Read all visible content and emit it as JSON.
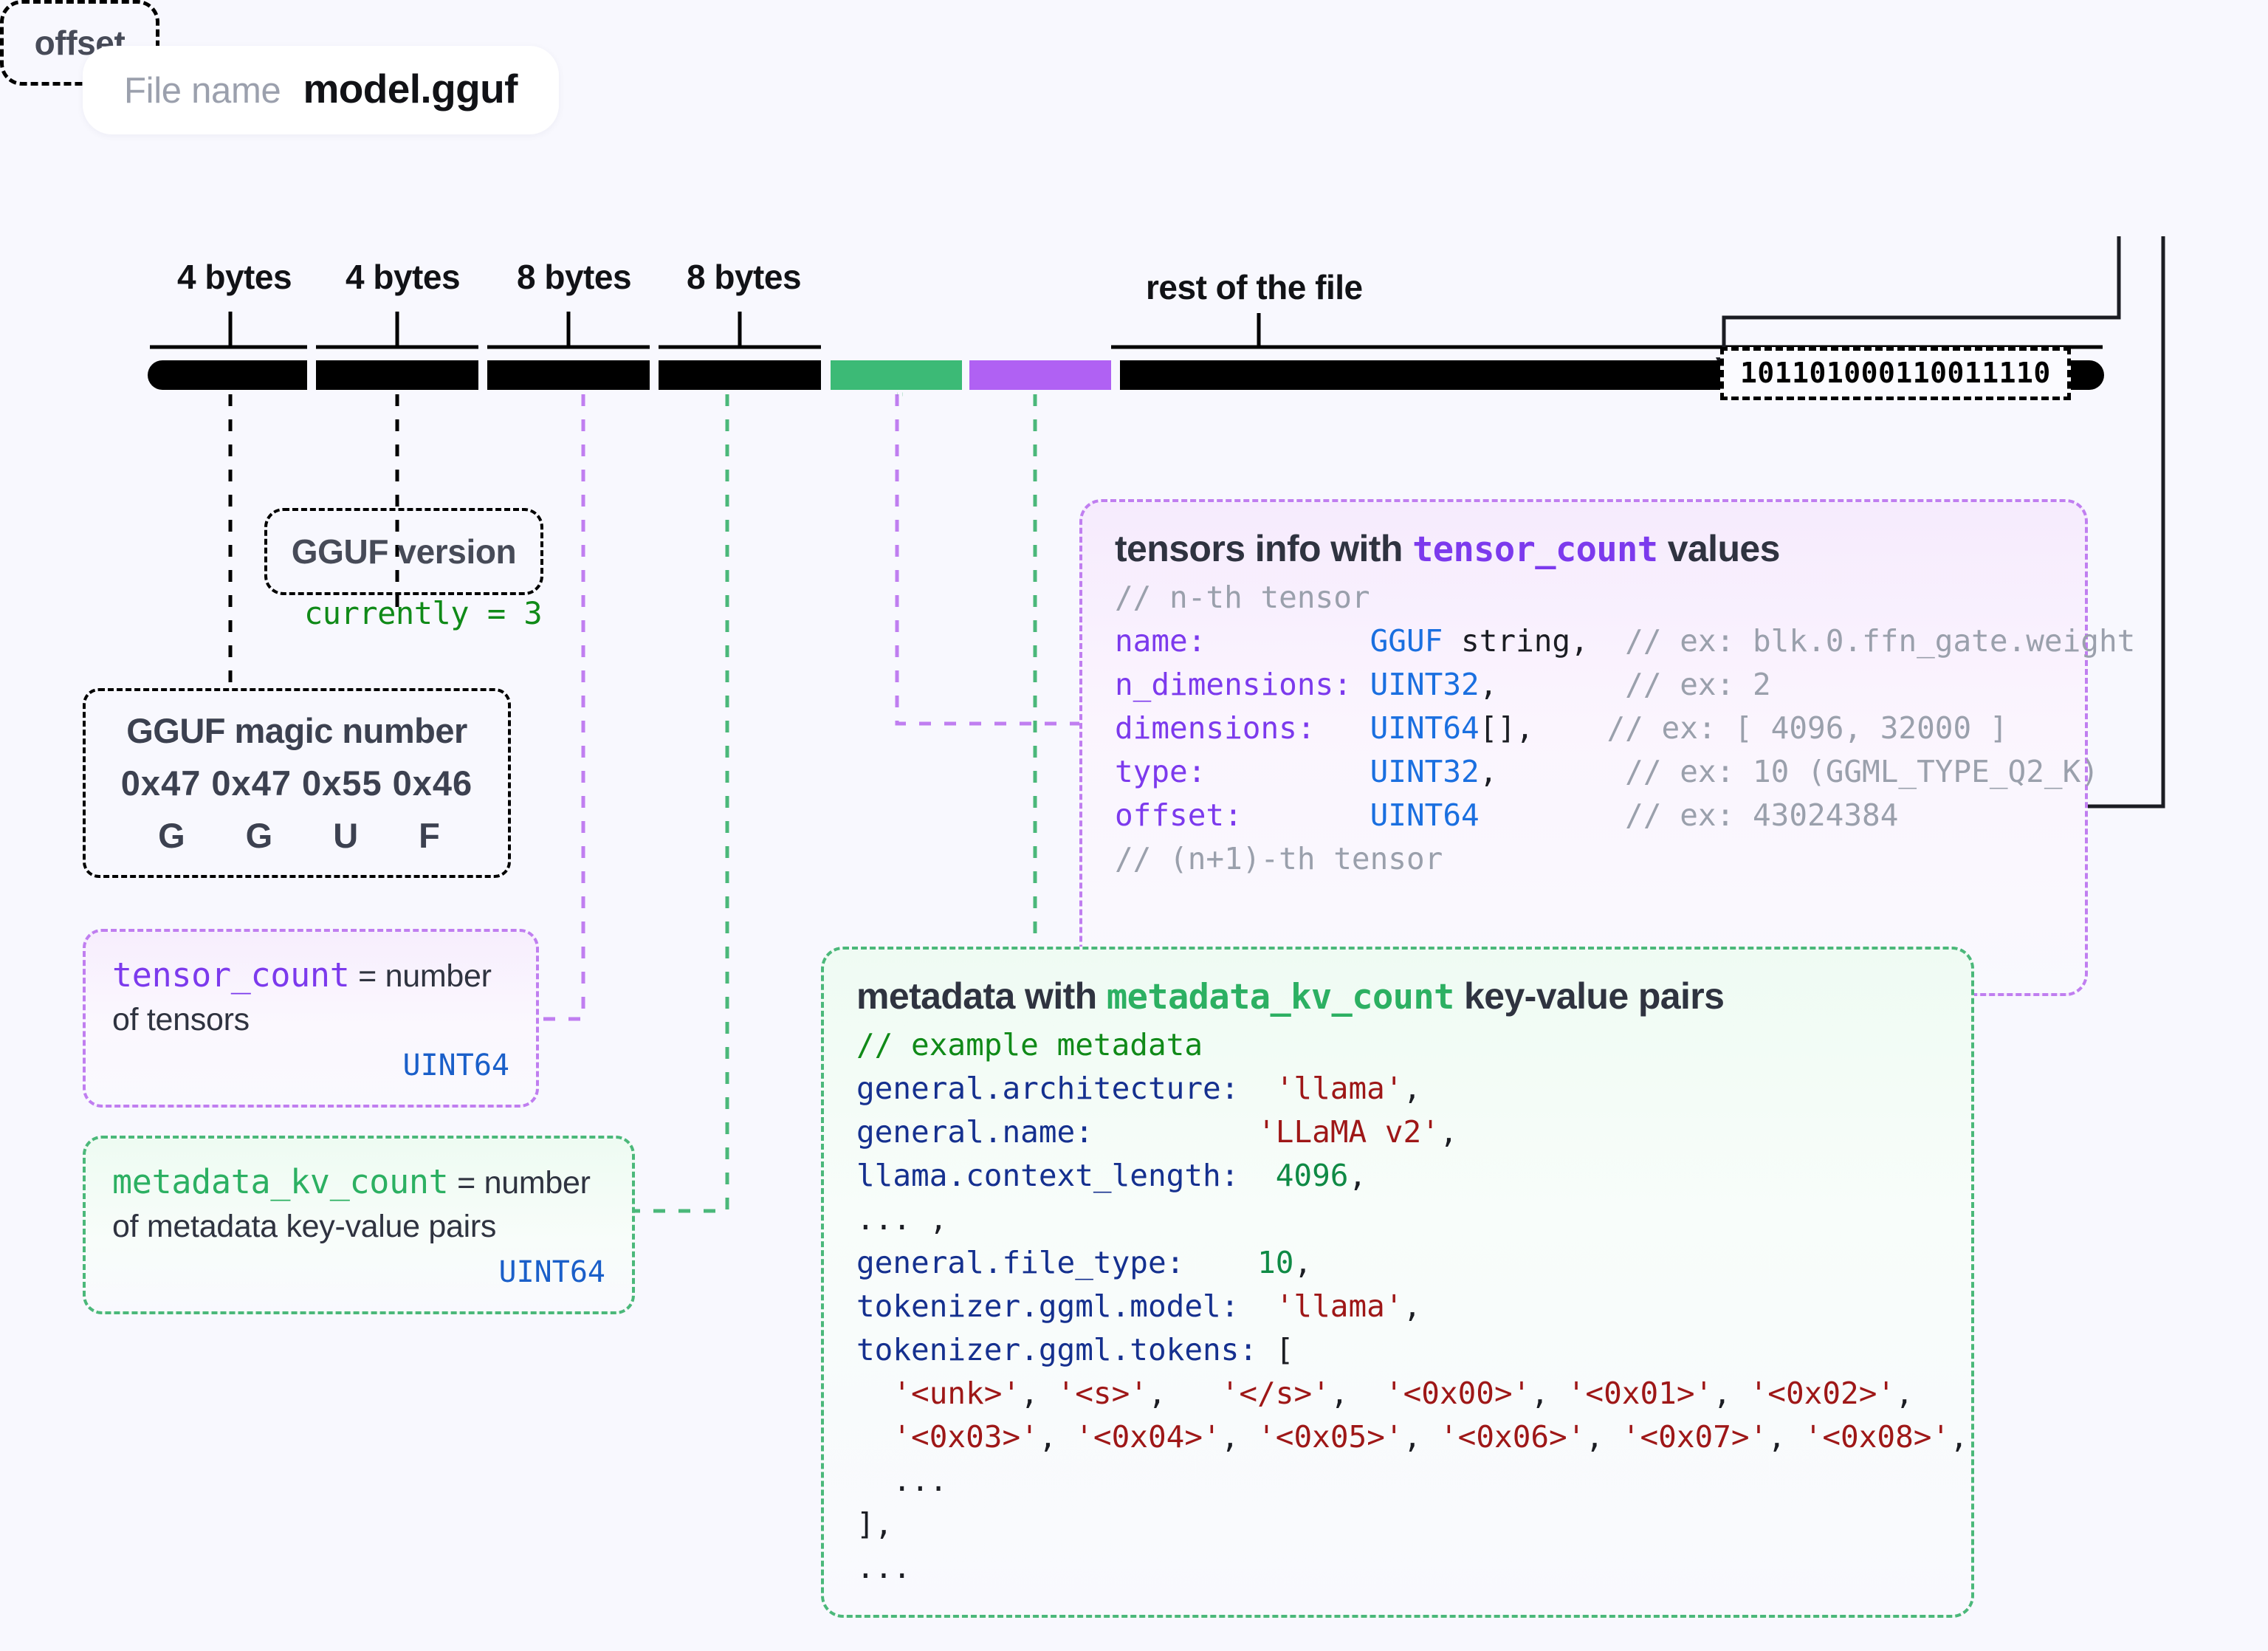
{
  "file": {
    "label": "File name",
    "value": "model.gguf"
  },
  "scale": {
    "segments": [
      {
        "bytes_label": "4 bytes"
      },
      {
        "bytes_label": "4 bytes"
      },
      {
        "bytes_label": "8 bytes"
      },
      {
        "bytes_label": "8 bytes"
      }
    ],
    "rest_label": "rest of the file"
  },
  "binary_chip": {
    "value": "101101000110011110"
  },
  "offset_callout": {
    "label": "offset"
  },
  "version_callout": {
    "label": "GGUF version",
    "note": "currently = 3"
  },
  "magic_callout": {
    "title": "GGUF magic number",
    "hex": "0x47 0x47 0x55 0x46",
    "chars": [
      "G",
      "G",
      "U",
      "F"
    ]
  },
  "tensor_count_panel": {
    "keyword": "tensor_count",
    "text_1": " = number",
    "text_2": "of tensors",
    "type": "UINT64"
  },
  "kv_count_panel": {
    "keyword": "metadata_kv_count",
    "text_1": " = number",
    "text_2": "of metadata key-value pairs",
    "type": "UINT64"
  },
  "tensors_panel": {
    "head_before": "tensors info with ",
    "head_keyword": "tensor_count",
    "head_after": " values",
    "lines": [
      {
        "parts": [
          {
            "t": "// n-th tensor",
            "c": "c-comment"
          }
        ]
      },
      {
        "parts": [
          {
            "t": "name:         ",
            "c": "c-field"
          },
          {
            "t": "GGUF",
            "c": "c-type"
          },
          {
            "t": " string,",
            "c": "c-plain"
          },
          {
            "t": "  // ex: blk.0.ffn_gate.weight",
            "c": "c-comment"
          }
        ]
      },
      {
        "parts": [
          {
            "t": "n_dimensions: ",
            "c": "c-field"
          },
          {
            "t": "UINT32",
            "c": "c-type"
          },
          {
            "t": ",",
            "c": "c-plain"
          },
          {
            "t": "       // ex: 2",
            "c": "c-comment"
          }
        ]
      },
      {
        "parts": [
          {
            "t": "dimensions:   ",
            "c": "c-field"
          },
          {
            "t": "UINT64",
            "c": "c-type"
          },
          {
            "t": "[],",
            "c": "c-plain"
          },
          {
            "t": "    // ex: [ 4096, 32000 ]",
            "c": "c-comment"
          }
        ]
      },
      {
        "parts": [
          {
            "t": "type:         ",
            "c": "c-field"
          },
          {
            "t": "UINT32",
            "c": "c-type"
          },
          {
            "t": ",",
            "c": "c-plain"
          },
          {
            "t": "       // ex: 10 (GGML_TYPE_Q2_K)",
            "c": "c-comment"
          }
        ]
      },
      {
        "parts": [
          {
            "t": "offset:       ",
            "c": "c-field"
          },
          {
            "t": "UINT64",
            "c": "c-type"
          },
          {
            "t": "        // ex: 43024384",
            "c": "c-comment"
          }
        ]
      },
      {
        "parts": [
          {
            "t": "// (n+1)-th tensor",
            "c": "c-comment"
          }
        ]
      },
      {
        "parts": [
          {
            "t": " ",
            "c": "c-plain"
          }
        ]
      },
      {
        "parts": [
          {
            "t": "...",
            "c": "c-ellipsis-red"
          }
        ]
      }
    ]
  },
  "metadata_panel": {
    "head_before": "metadata with ",
    "head_keyword": "metadata_kv_count",
    "head_after": " key-value pairs",
    "lines": [
      {
        "parts": [
          {
            "t": "// example metadata",
            "c": "c-comment-green"
          }
        ]
      },
      {
        "parts": [
          {
            "t": "general.architecture:",
            "c": "c-key"
          },
          {
            "t": "  ",
            "c": "c-plain"
          },
          {
            "t": "'llama'",
            "c": "c-str"
          },
          {
            "t": ",",
            "c": "c-black"
          }
        ]
      },
      {
        "parts": [
          {
            "t": "general.name:",
            "c": "c-key"
          },
          {
            "t": "         ",
            "c": "c-plain"
          },
          {
            "t": "'LLaMA v2'",
            "c": "c-str"
          },
          {
            "t": ",",
            "c": "c-black"
          }
        ]
      },
      {
        "parts": [
          {
            "t": "llama.context_length:",
            "c": "c-key"
          },
          {
            "t": "  ",
            "c": "c-plain"
          },
          {
            "t": "4096",
            "c": "c-num"
          },
          {
            "t": ",",
            "c": "c-black"
          }
        ]
      },
      {
        "parts": [
          {
            "t": "... ,",
            "c": "c-black"
          }
        ]
      },
      {
        "parts": [
          {
            "t": "general.file_type:",
            "c": "c-key"
          },
          {
            "t": "    ",
            "c": "c-plain"
          },
          {
            "t": "10",
            "c": "c-num"
          },
          {
            "t": ",",
            "c": "c-black"
          }
        ]
      },
      {
        "parts": [
          {
            "t": "tokenizer.ggml.model:",
            "c": "c-key"
          },
          {
            "t": "  ",
            "c": "c-plain"
          },
          {
            "t": "'llama'",
            "c": "c-str"
          },
          {
            "t": ",",
            "c": "c-black"
          }
        ]
      },
      {
        "parts": [
          {
            "t": "tokenizer.ggml.tokens:",
            "c": "c-key"
          },
          {
            "t": " [",
            "c": "c-black"
          }
        ]
      },
      {
        "parts": [
          {
            "t": "  ",
            "c": "c-plain"
          },
          {
            "t": "'<unk>'",
            "c": "c-str"
          },
          {
            "t": ", ",
            "c": "c-black"
          },
          {
            "t": "'<s>'",
            "c": "c-str"
          },
          {
            "t": ",   ",
            "c": "c-black"
          },
          {
            "t": "'</s>'",
            "c": "c-str"
          },
          {
            "t": ",  ",
            "c": "c-black"
          },
          {
            "t": "'<0x00>'",
            "c": "c-str"
          },
          {
            "t": ", ",
            "c": "c-black"
          },
          {
            "t": "'<0x01>'",
            "c": "c-str"
          },
          {
            "t": ", ",
            "c": "c-black"
          },
          {
            "t": "'<0x02>'",
            "c": "c-str"
          },
          {
            "t": ",",
            "c": "c-black"
          }
        ]
      },
      {
        "parts": [
          {
            "t": "  ",
            "c": "c-plain"
          },
          {
            "t": "'<0x03>'",
            "c": "c-str"
          },
          {
            "t": ", ",
            "c": "c-black"
          },
          {
            "t": "'<0x04>'",
            "c": "c-str"
          },
          {
            "t": ", ",
            "c": "c-black"
          },
          {
            "t": "'<0x05>'",
            "c": "c-str"
          },
          {
            "t": ", ",
            "c": "c-black"
          },
          {
            "t": "'<0x06>'",
            "c": "c-str"
          },
          {
            "t": ", ",
            "c": "c-black"
          },
          {
            "t": "'<0x07>'",
            "c": "c-str"
          },
          {
            "t": ", ",
            "c": "c-black"
          },
          {
            "t": "'<0x08>'",
            "c": "c-str"
          },
          {
            "t": ",",
            "c": "c-black"
          }
        ]
      },
      {
        "parts": [
          {
            "t": "  ...",
            "c": "c-black"
          }
        ]
      },
      {
        "parts": [
          {
            "t": "],",
            "c": "c-black"
          }
        ]
      },
      {
        "parts": [
          {
            "t": "...",
            "c": "c-black"
          }
        ]
      }
    ]
  },
  "colors": {
    "background": "#f8f8fe",
    "black": "#000000",
    "green": "#3cba76",
    "purple": "#b061f3",
    "text": "#2f3340"
  }
}
